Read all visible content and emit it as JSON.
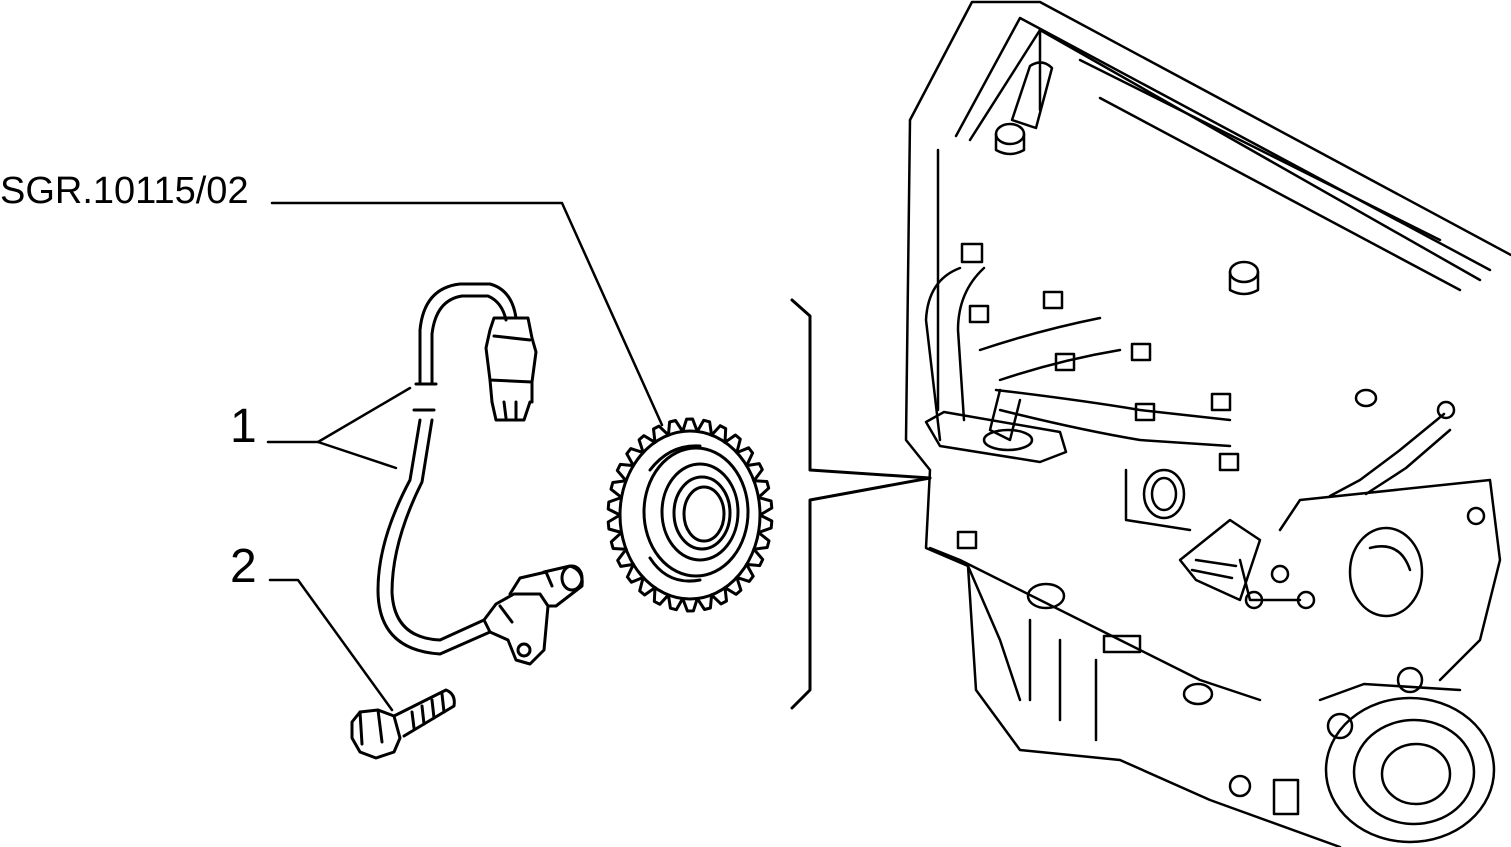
{
  "diagram": {
    "reference_code": "SGR.10115/02",
    "callouts": [
      {
        "number": "1"
      },
      {
        "number": "2"
      }
    ]
  },
  "colors": {
    "line": "#000000",
    "background": "#ffffff"
  }
}
